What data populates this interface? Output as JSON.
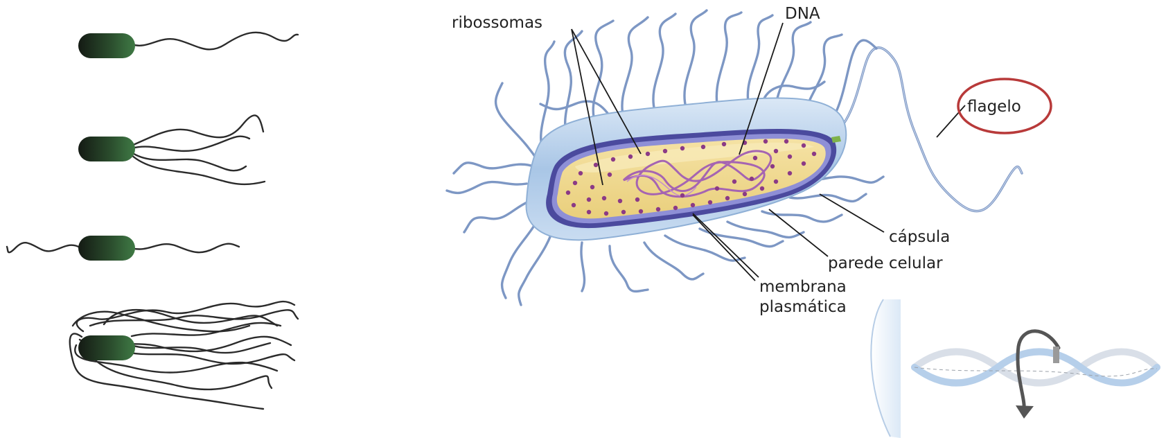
{
  "labels": {
    "ribossomas": "ribossomas",
    "dna": "DNA",
    "flagelo": "flagelo",
    "capsula": "cápsula",
    "parede_celular": "parede celular",
    "membrana_line1": "membrana",
    "membrana_line2": "plasmática"
  },
  "colors": {
    "bacterium_body": "#2f5e34",
    "capsule": "#b9d2ec",
    "cell_wall": "#4b4a9e",
    "cytoplasm": "#f0d88c",
    "dna": "#a564b2",
    "ribosome": "#8b3a86",
    "flagella": "#7d97c4",
    "highlight_circle": "#b83a3a"
  }
}
